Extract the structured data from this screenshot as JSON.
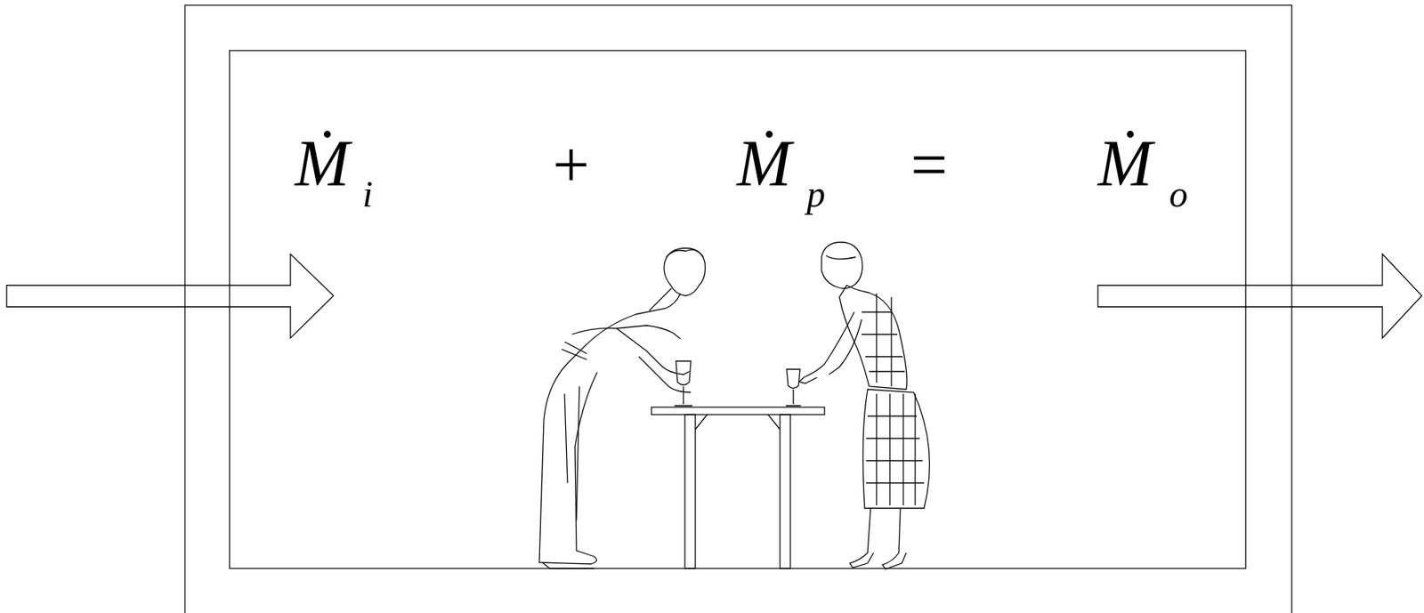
{
  "diagram": {
    "labels": [
      "Ṁ",
      "i",
      "+",
      "Ṁ",
      "p",
      "=",
      "Ṁ",
      "o"
    ]
  }
}
